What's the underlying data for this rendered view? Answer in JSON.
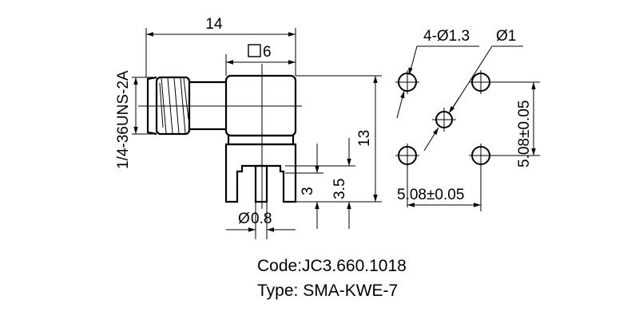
{
  "drawing": {
    "side_view": {
      "overall_length": "14",
      "body_square": "6",
      "thread_spec": "1/4-36UNS-2A",
      "height": "13",
      "standoff_3": "3",
      "standoff_35": "3.5",
      "pin_diameter": "0.8"
    },
    "footprint": {
      "mount_holes": "4-Ø1.3",
      "center_hole": "Ø1",
      "vertical_pitch": "5.08±0.05",
      "horizontal_pitch": "5.08±0.05"
    },
    "symbols": {
      "diameter": "Ø",
      "square": "□"
    }
  },
  "caption": {
    "code": "Code:JC3.660.1018",
    "type": "Type: SMA-KWE-7"
  }
}
